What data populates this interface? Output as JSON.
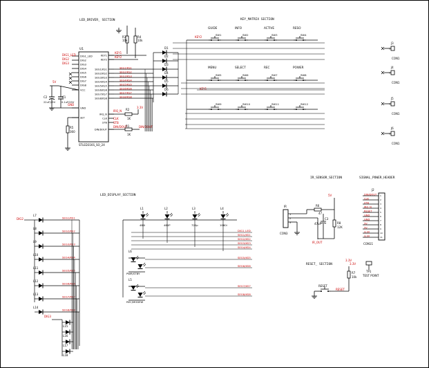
{
  "sections": {
    "led_driver": "LED_DRIVER_ SECTION",
    "key_matrix": "KEY_MATRIX SECTION",
    "led_display": "LED_DISPLAY_SECTION",
    "ir_sensor": "IR_SENSOR_SECTION",
    "signal_power": "SIGNAL_POWER_HEADER",
    "reset": "RESET_ SECTION"
  },
  "u1": {
    "ref": "U1",
    "part": "STLED316S_SO_24",
    "left_pins": [
      "DIG1_LED",
      "DIG2",
      "DIG3",
      "DIG4",
      "DIG5",
      "DIG6",
      "DIG7",
      "DIG8",
      "VCC",
      "GND",
      "SET"
    ],
    "right_pins": [
      "KEY1",
      "KEY2",
      "SEG1/KS1",
      "SEG2/KS2",
      "SEG3/KS3",
      "SEG4/KS4",
      "SEG5/KS5",
      "SEG6/KS6",
      "SEG7/KS7",
      "SEG8/KS8",
      "IRQ_N",
      "CLK",
      "STB",
      "DIN/DOUT"
    ],
    "left_nets": [
      "DIG1_LED",
      "DIG2",
      "DIG3"
    ]
  },
  "resistors": {
    "r3": {
      "ref": "R3",
      "val": "10k"
    },
    "r4": {
      "ref": "R4",
      "val": "10k"
    },
    "r5": {
      "ref": "R5",
      "val": "360"
    },
    "r2": {
      "ref": "R2",
      "val": "1K"
    },
    "r1": {
      "ref": "R1",
      "val": "1K"
    },
    "r6": {
      "ref": "R6",
      "val": "47"
    },
    "r8": {
      "ref": "R8",
      "val": "12K"
    },
    "r7": {
      "ref": "R7",
      "val": "10k"
    }
  },
  "caps": {
    "c2": {
      "ref": "C2",
      "val": "22uF/25V"
    },
    "c1": {
      "ref": "C1",
      "val": "0.1uF/25V"
    },
    "c3": {
      "ref": "C3",
      "val": "47uF"
    }
  },
  "power": {
    "v5": "5V",
    "v33": "3.3V",
    "gnd": "GND"
  },
  "net_labels": {
    "key1": "KEY1",
    "key2": "KEY2",
    "irq": "IRQ_N",
    "clk": "CLK",
    "stb": "STB",
    "din": "DIN/DOUT",
    "ir_out": "IR_OUT",
    "reset": "RESET"
  },
  "key_diodes": [
    "D1",
    "D2",
    "D3",
    "D4",
    "D5",
    "D6"
  ],
  "key_diode_nets": [
    "SEG1/KS1",
    "SEG2/KS2",
    "SEG3/KS3",
    "SEG4/KS4",
    "SEG5/KS5",
    "SEG6/KS6",
    "SEG7/KS7",
    "SEG8/KS8"
  ],
  "switches_row1": [
    {
      "ref": "SW1",
      "name": "GUIDE"
    },
    {
      "ref": "SW2",
      "name": "INFO"
    },
    {
      "ref": "SW3",
      "name": "ACTIVE"
    },
    {
      "ref": "SW4",
      "name": "RESO"
    }
  ],
  "switches_row2": [
    {
      "ref": "SW5",
      "name": "MENU"
    },
    {
      "ref": "SW6",
      "name": "SELECT"
    },
    {
      "ref": "SW7",
      "name": "REC"
    },
    {
      "ref": "SW8",
      "name": "POWER"
    }
  ],
  "switches_row3": [
    {
      "ref": "SW9",
      "name": ""
    },
    {
      "ref": "SW10",
      "name": ""
    },
    {
      "ref": "SW11",
      "name": ""
    },
    {
      "ref": "SW12",
      "name": ""
    }
  ],
  "connectors": [
    {
      "ref": "J3",
      "part": "CON1",
      "pin": "1"
    },
    {
      "ref": "J4",
      "part": "CON1",
      "pin": "1"
    },
    {
      "ref": "J5",
      "part": "CON1",
      "pin": "1"
    },
    {
      "ref": "J6",
      "part": "CON1",
      "pin": "1"
    }
  ],
  "led_display": {
    "dig2": "DIG2",
    "dig3": "DIG3",
    "left_leds": [
      "L7",
      "L8",
      "L9",
      "L10",
      "L11",
      "L12",
      "L13",
      "L14"
    ],
    "left_nets": [
      "SEG1/KS1",
      "SEG2/KS2",
      "SEG3/KS3",
      "SEG4/KS4",
      "SEG5/KS5",
      "SEG6/KS6",
      "SEG7/KS7",
      "SEG8/KS8"
    ],
    "lower_leds": [
      "L15",
      "L16",
      "L17",
      "L18"
    ],
    "top_leds": [
      {
        "ref": "L1",
        "name": "480i"
      },
      {
        "ref": "L2",
        "name": "480P"
      },
      {
        "ref": "L3",
        "name": "720p"
      },
      {
        "ref": "L4",
        "name": "1080i"
      }
    ],
    "top_nets": [
      "DIG1_LED",
      "SEG1/KS1",
      "SEG2/KS2",
      "SEG3/KS3",
      "SEG4/KS4"
    ],
    "l6": {
      "ref": "L6",
      "name": "PWR/STBY",
      "nets": [
        "SEG5/KS5",
        "SEG6/KS6"
      ]
    },
    "l5": {
      "ref": "L5",
      "name": "REC/MODEW",
      "nets": [
        "SEG7/KS7",
        "SEG8/KS8"
      ]
    }
  },
  "ir": {
    "ref": "IR",
    "part": "CON3",
    "pins": [
      "1",
      "2",
      "3"
    ]
  },
  "header_j2": {
    "ref": "J2",
    "part": "CON11",
    "pins": [
      "DIN/DOUT",
      "CLK",
      "STB",
      "IRQ_N",
      "RESET",
      "GND",
      "GND",
      "5V",
      "5V",
      "3.3V",
      "3.3V"
    ]
  },
  "tp1": {
    "ref": "TP1",
    "label": "TEST POINT"
  },
  "reset_sw": {
    "name": "RESET"
  }
}
